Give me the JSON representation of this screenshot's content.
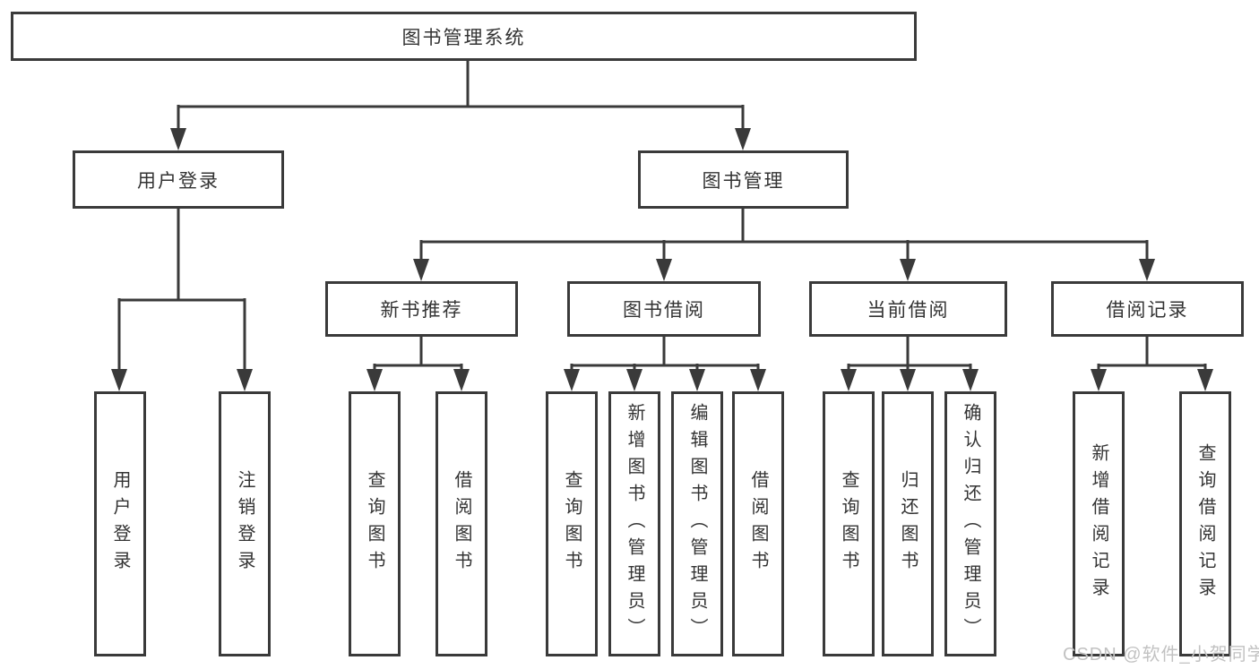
{
  "diagram": {
    "root": {
      "label": "图书管理系统"
    },
    "branches": [
      {
        "label": "用户登录",
        "children": [
          {
            "label": "用户登录"
          },
          {
            "label": "注销登录"
          }
        ]
      },
      {
        "label": "图书管理",
        "children": [
          {
            "label": "新书推荐",
            "children": [
              {
                "label": "查询图书"
              },
              {
                "label": "借阅图书"
              }
            ]
          },
          {
            "label": "图书借阅",
            "children": [
              {
                "label": "查询图书"
              },
              {
                "label": "新增图书（管理员）"
              },
              {
                "label": "编辑图书（管理员）"
              },
              {
                "label": "借阅图书"
              }
            ]
          },
          {
            "label": "当前借阅",
            "children": [
              {
                "label": "查询图书"
              },
              {
                "label": "归还图书"
              },
              {
                "label": "确认归还（管理员）"
              }
            ]
          },
          {
            "label": "借阅记录",
            "children": [
              {
                "label": "新增借阅记录"
              },
              {
                "label": "查询借阅记录"
              }
            ]
          }
        ]
      }
    ]
  },
  "watermark": {
    "text": "CSDN @软件_小贺同学"
  },
  "colors": {
    "line": "#3a3a3a",
    "border": "#3a3a3a",
    "text": "#333333",
    "background": "#ffffff",
    "watermark": "#c2c2c2"
  }
}
